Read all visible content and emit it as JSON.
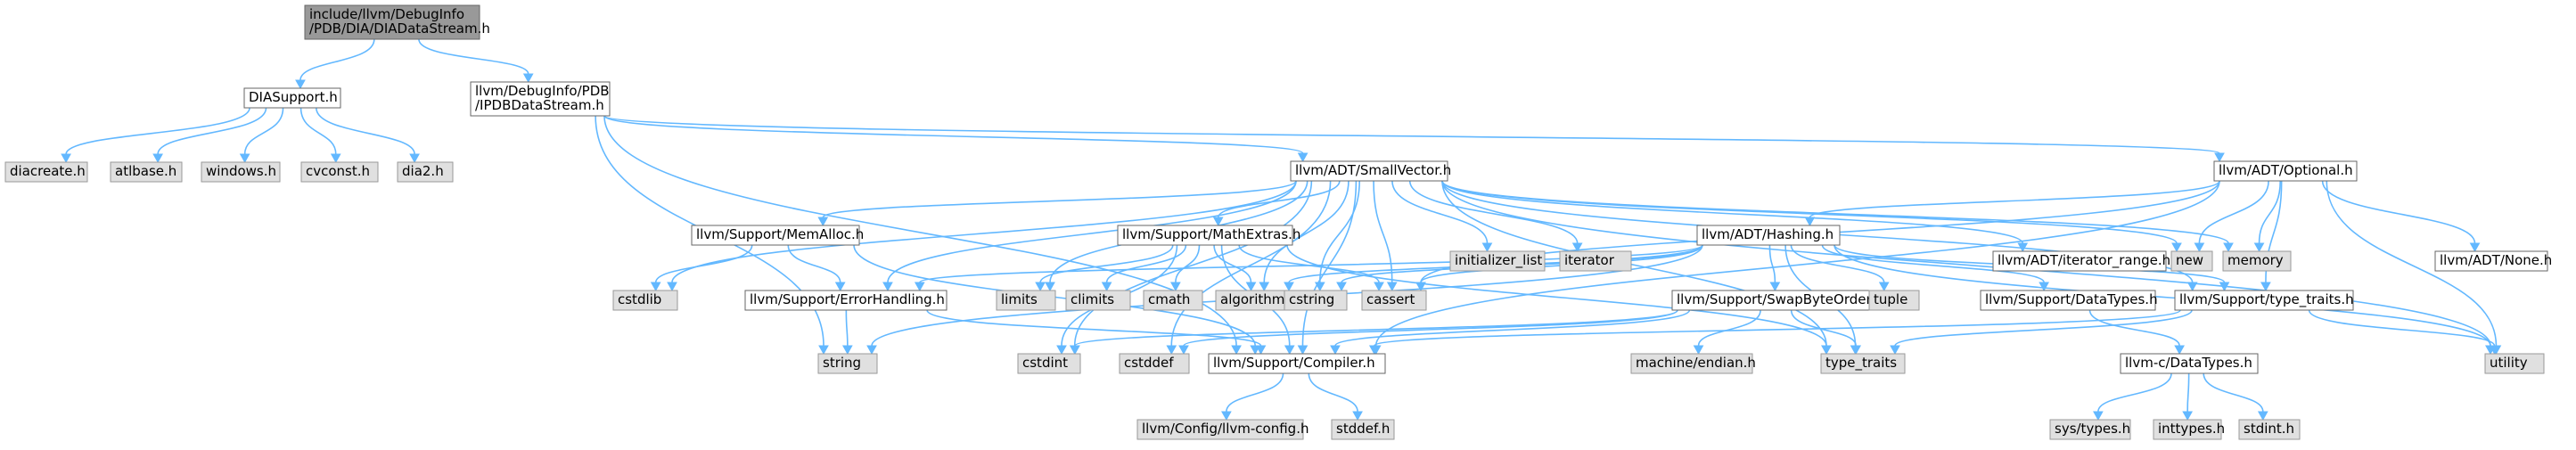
{
  "title": "",
  "colors": {
    "root_fill": "#999999",
    "internal_fill": "#ffffff",
    "external_fill": "#e0e0e0",
    "internal_border": "#666666",
    "external_border": "#999999",
    "root_border": "#666666",
    "edge": "#63b8ff"
  },
  "nodes": [
    {
      "id": "root",
      "kind": "root",
      "lines": [
        "include/llvm/DebugInfo",
        "/PDB/DIA/DIADataStream.h"
      ]
    },
    {
      "id": "diasupport",
      "kind": "internal",
      "lines": [
        "DIASupport.h"
      ]
    },
    {
      "id": "ipdbdatastream",
      "kind": "internal",
      "lines": [
        "llvm/DebugInfo/PDB",
        "/IPDBDataStream.h"
      ]
    },
    {
      "id": "diacreate",
      "kind": "external",
      "lines": [
        "diacreate.h"
      ]
    },
    {
      "id": "atlbase",
      "kind": "external",
      "lines": [
        "atlbase.h"
      ]
    },
    {
      "id": "windows",
      "kind": "external",
      "lines": [
        "windows.h"
      ]
    },
    {
      "id": "cvconst",
      "kind": "external",
      "lines": [
        "cvconst.h"
      ]
    },
    {
      "id": "dia2",
      "kind": "external",
      "lines": [
        "dia2.h"
      ]
    },
    {
      "id": "smallvector",
      "kind": "internal",
      "lines": [
        "llvm/ADT/SmallVector.h"
      ]
    },
    {
      "id": "optional",
      "kind": "internal",
      "lines": [
        "llvm/ADT/Optional.h"
      ]
    },
    {
      "id": "memalloc",
      "kind": "internal",
      "lines": [
        "llvm/Support/MemAlloc.h"
      ]
    },
    {
      "id": "mathextras",
      "kind": "internal",
      "lines": [
        "llvm/Support/MathExtras.h"
      ]
    },
    {
      "id": "initlist",
      "kind": "external",
      "lines": [
        "initializer_list"
      ]
    },
    {
      "id": "iterator",
      "kind": "external",
      "lines": [
        "iterator"
      ]
    },
    {
      "id": "hashing",
      "kind": "internal",
      "lines": [
        "llvm/ADT/Hashing.h"
      ]
    },
    {
      "id": "iterrange",
      "kind": "internal",
      "lines": [
        "llvm/ADT/iterator_range.h"
      ]
    },
    {
      "id": "new",
      "kind": "external",
      "lines": [
        "new"
      ]
    },
    {
      "id": "memory",
      "kind": "external",
      "lines": [
        "memory"
      ]
    },
    {
      "id": "none",
      "kind": "internal",
      "lines": [
        "llvm/ADT/None.h"
      ]
    },
    {
      "id": "cstdlib",
      "kind": "external",
      "lines": [
        "cstdlib"
      ]
    },
    {
      "id": "errorhandling",
      "kind": "internal",
      "lines": [
        "llvm/Support/ErrorHandling.h"
      ]
    },
    {
      "id": "limits",
      "kind": "external",
      "lines": [
        "limits"
      ]
    },
    {
      "id": "climits",
      "kind": "external",
      "lines": [
        "climits"
      ]
    },
    {
      "id": "cmath",
      "kind": "external",
      "lines": [
        "cmath"
      ]
    },
    {
      "id": "algorithm",
      "kind": "external",
      "lines": [
        "algorithm"
      ]
    },
    {
      "id": "cstring",
      "kind": "external",
      "lines": [
        "cstring"
      ]
    },
    {
      "id": "cassert",
      "kind": "external",
      "lines": [
        "cassert"
      ]
    },
    {
      "id": "swapbyteorder",
      "kind": "internal",
      "lines": [
        "llvm/Support/SwapByteOrder.h"
      ]
    },
    {
      "id": "tuple",
      "kind": "external",
      "lines": [
        "tuple"
      ]
    },
    {
      "id": "datatypes",
      "kind": "internal",
      "lines": [
        "llvm/Support/DataTypes.h"
      ]
    },
    {
      "id": "typetraitsh",
      "kind": "internal",
      "lines": [
        "llvm/Support/type_traits.h"
      ]
    },
    {
      "id": "utility",
      "kind": "external",
      "lines": [
        "utility"
      ]
    },
    {
      "id": "string",
      "kind": "external",
      "lines": [
        "string"
      ]
    },
    {
      "id": "cstdint",
      "kind": "external",
      "lines": [
        "cstdint"
      ]
    },
    {
      "id": "cstddef",
      "kind": "external",
      "lines": [
        "cstddef"
      ]
    },
    {
      "id": "compiler",
      "kind": "internal",
      "lines": [
        "llvm/Support/Compiler.h"
      ]
    },
    {
      "id": "endian",
      "kind": "external",
      "lines": [
        "machine/endian.h"
      ]
    },
    {
      "id": "type_traits",
      "kind": "external",
      "lines": [
        "type_traits"
      ]
    },
    {
      "id": "cdatatypes",
      "kind": "internal",
      "lines": [
        "llvm-c/DataTypes.h"
      ]
    },
    {
      "id": "llvmconfig",
      "kind": "external",
      "lines": [
        "llvm/Config/llvm-config.h"
      ]
    },
    {
      "id": "stddef",
      "kind": "external",
      "lines": [
        "stddef.h"
      ]
    },
    {
      "id": "systypes",
      "kind": "external",
      "lines": [
        "sys/types.h"
      ]
    },
    {
      "id": "inttypes",
      "kind": "external",
      "lines": [
        "inttypes.h"
      ]
    },
    {
      "id": "stdint",
      "kind": "external",
      "lines": [
        "stdint.h"
      ]
    }
  ],
  "edges": [
    [
      "root",
      "diasupport"
    ],
    [
      "root",
      "ipdbdatastream"
    ],
    [
      "diasupport",
      "diacreate"
    ],
    [
      "diasupport",
      "atlbase"
    ],
    [
      "diasupport",
      "windows"
    ],
    [
      "diasupport",
      "cvconst"
    ],
    [
      "diasupport",
      "dia2"
    ],
    [
      "ipdbdatastream",
      "smallvector"
    ],
    [
      "ipdbdatastream",
      "optional"
    ],
    [
      "ipdbdatastream",
      "compiler"
    ],
    [
      "ipdbdatastream",
      "string"
    ],
    [
      "smallvector",
      "memalloc"
    ],
    [
      "smallvector",
      "mathextras"
    ],
    [
      "smallvector",
      "initlist"
    ],
    [
      "smallvector",
      "iterator"
    ],
    [
      "smallvector",
      "iterrange"
    ],
    [
      "smallvector",
      "new"
    ],
    [
      "smallvector",
      "memory"
    ],
    [
      "smallvector",
      "cstdlib"
    ],
    [
      "smallvector",
      "errorhandling"
    ],
    [
      "smallvector",
      "limits"
    ],
    [
      "smallvector",
      "algorithm"
    ],
    [
      "smallvector",
      "cstring"
    ],
    [
      "smallvector",
      "cassert"
    ],
    [
      "smallvector",
      "typetraitsh"
    ],
    [
      "smallvector",
      "utility"
    ],
    [
      "smallvector",
      "cstddef"
    ],
    [
      "smallvector",
      "cstdint"
    ],
    [
      "smallvector",
      "compiler"
    ],
    [
      "smallvector",
      "type_traits"
    ],
    [
      "optional",
      "hashing"
    ],
    [
      "optional",
      "none"
    ],
    [
      "optional",
      "new"
    ],
    [
      "optional",
      "memory"
    ],
    [
      "optional",
      "typetraitsh"
    ],
    [
      "optional",
      "utility"
    ],
    [
      "optional",
      "compiler"
    ],
    [
      "optional",
      "cassert"
    ],
    [
      "memalloc",
      "cstdlib"
    ],
    [
      "memalloc",
      "errorhandling"
    ],
    [
      "memalloc",
      "compiler"
    ],
    [
      "mathextras",
      "limits"
    ],
    [
      "mathextras",
      "climits"
    ],
    [
      "mathextras",
      "cmath"
    ],
    [
      "mathextras",
      "algorithm"
    ],
    [
      "mathextras",
      "cassert"
    ],
    [
      "mathextras",
      "cstdint"
    ],
    [
      "mathextras",
      "compiler"
    ],
    [
      "mathextras",
      "type_traits"
    ],
    [
      "hashing",
      "errorhandling"
    ],
    [
      "hashing",
      "swapbyteorder"
    ],
    [
      "hashing",
      "datatypes"
    ],
    [
      "hashing",
      "typetraitsh"
    ],
    [
      "hashing",
      "algorithm"
    ],
    [
      "hashing",
      "cstring"
    ],
    [
      "hashing",
      "cassert"
    ],
    [
      "hashing",
      "tuple"
    ],
    [
      "hashing",
      "string"
    ],
    [
      "hashing",
      "utility"
    ],
    [
      "hashing",
      "type_traits"
    ],
    [
      "errorhandling",
      "compiler"
    ],
    [
      "errorhandling",
      "string"
    ],
    [
      "swapbyteorder",
      "compiler"
    ],
    [
      "swapbyteorder",
      "cstddef"
    ],
    [
      "swapbyteorder",
      "cstdint"
    ],
    [
      "swapbyteorder",
      "type_traits"
    ],
    [
      "swapbyteorder",
      "endian"
    ],
    [
      "datatypes",
      "cdatatypes"
    ],
    [
      "typetraitsh",
      "compiler"
    ],
    [
      "typetraitsh",
      "type_traits"
    ],
    [
      "typetraitsh",
      "utility"
    ],
    [
      "compiler",
      "llvmconfig"
    ],
    [
      "compiler",
      "stddef"
    ],
    [
      "cdatatypes",
      "systypes"
    ],
    [
      "cdatatypes",
      "inttypes"
    ],
    [
      "cdatatypes",
      "stdint"
    ]
  ]
}
